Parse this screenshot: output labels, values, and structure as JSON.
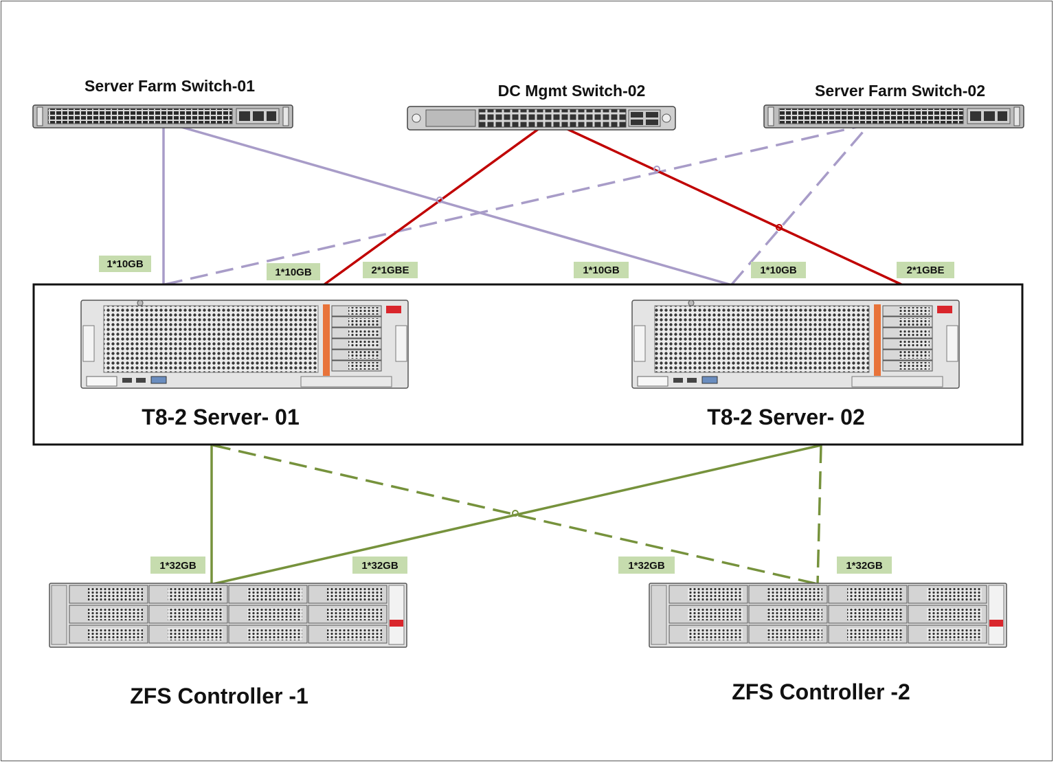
{
  "colors": {
    "network_link": "#a89cc8",
    "mgmt_link": "#c00000",
    "storage_link": "#76923c",
    "label_bg": "#c6dcae"
  },
  "nodes": {
    "switch_farm_01": "Server Farm Switch-01",
    "switch_mgmt_02": "DC Mgmt Switch-02",
    "switch_farm_02": "Server Farm Switch-02",
    "server_01": "T8-2 Server- 01",
    "server_02": "T8-2 Server- 02",
    "zfs_1": "ZFS Controller -1",
    "zfs_2": "ZFS Controller -2"
  },
  "link_labels": {
    "s1_farm01": "1*10GB",
    "s1_farm02": "1*10GB",
    "s1_mgmt": "2*1GBE",
    "s2_farm01": "1*10GB",
    "s2_farm02": "1*10GB",
    "s2_mgmt": "2*1GBE",
    "zfs1_s1": "1*32GB",
    "zfs1_s2": "1*32GB",
    "zfs2_s1": "1*32GB",
    "zfs2_s2": "1*32GB"
  },
  "links": [
    {
      "from": "server_01",
      "to": "switch_farm_01",
      "style": "solid",
      "type": "network"
    },
    {
      "from": "server_02",
      "to": "switch_farm_01",
      "style": "solid",
      "type": "network"
    },
    {
      "from": "server_01",
      "to": "switch_farm_02",
      "style": "dashed",
      "type": "network"
    },
    {
      "from": "server_02",
      "to": "switch_farm_02",
      "style": "dashed",
      "type": "network"
    },
    {
      "from": "server_01",
      "to": "switch_mgmt_02",
      "style": "solid",
      "type": "mgmt"
    },
    {
      "from": "server_02",
      "to": "switch_mgmt_02",
      "style": "solid",
      "type": "mgmt"
    },
    {
      "from": "server_01",
      "to": "zfs_1",
      "style": "solid",
      "type": "storage"
    },
    {
      "from": "server_02",
      "to": "zfs_1",
      "style": "solid",
      "type": "storage"
    },
    {
      "from": "server_01",
      "to": "zfs_2",
      "style": "dashed",
      "type": "storage"
    },
    {
      "from": "server_02",
      "to": "zfs_2",
      "style": "dashed",
      "type": "storage"
    }
  ]
}
